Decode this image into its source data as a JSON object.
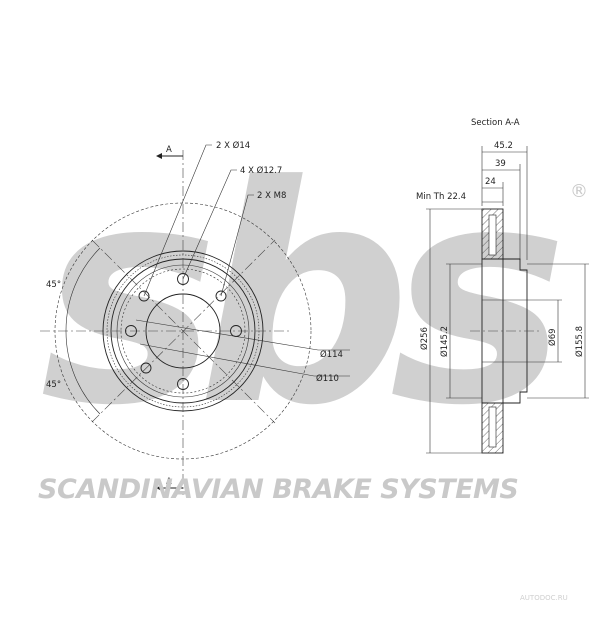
{
  "brand": {
    "name": "SCANDINAVIAN BRAKE SYSTEMS",
    "logo_text": "sbs",
    "registered_mark": "®"
  },
  "front_view": {
    "section_marker_top": "A",
    "section_marker_bottom": "A",
    "callouts": [
      "2 X Ø14",
      "4 X Ø12.7",
      "2 X M8"
    ],
    "angle_top": "45°",
    "angle_bottom": "45°",
    "dia_outer_bolt": "Ø114",
    "dia_inner_bolt": "Ø110"
  },
  "section_view": {
    "title": "Section A-A",
    "width_total": "45.2",
    "width_hat": "39",
    "width_disc": "24",
    "min_thickness": "Min Th 22.4",
    "dia_disc": "Ø256",
    "dia_hat_outer": "Ø145.2",
    "dia_center_bore": "Ø69",
    "dia_hat": "Ø155.8"
  },
  "watermark": "AUTODOC.RU"
}
